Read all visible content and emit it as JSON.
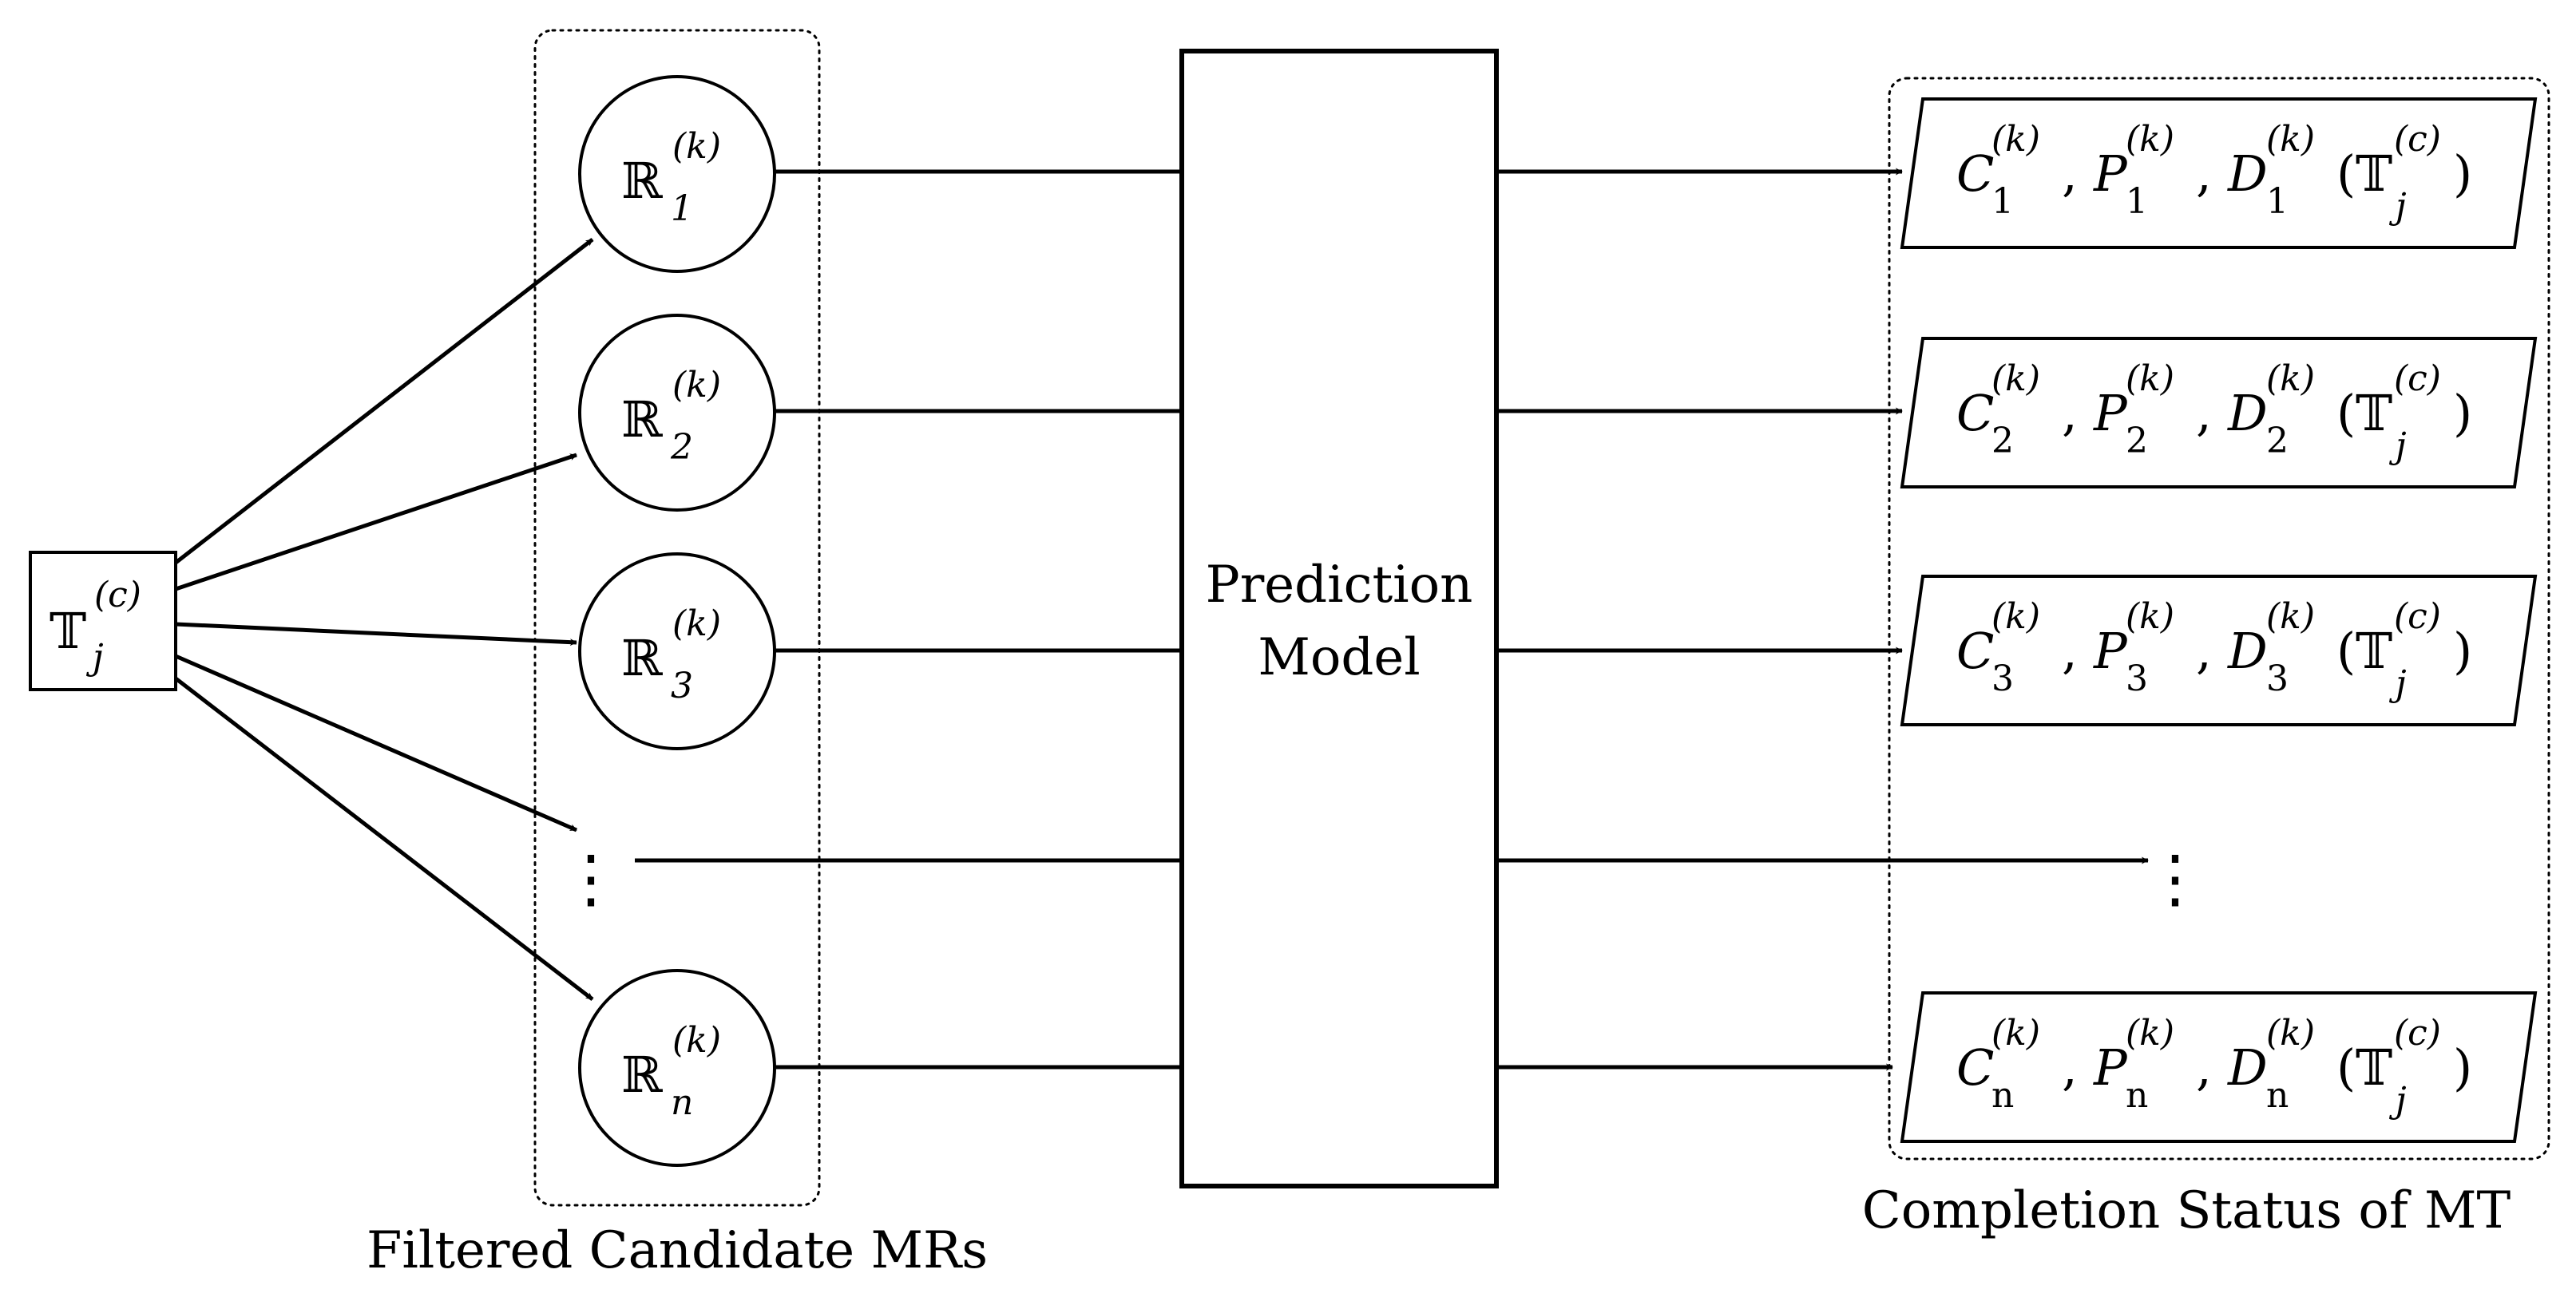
{
  "diagram": {
    "input": {
      "symbol": "𝕋",
      "sub": "j",
      "sup": "(c)"
    },
    "candidates_label": "Filtered Candidate MRs",
    "candidates": [
      {
        "symbol": "ℝ",
        "sub": "1",
        "sup": "(k)"
      },
      {
        "symbol": "ℝ",
        "sub": "2",
        "sup": "(k)"
      },
      {
        "symbol": "ℝ",
        "sub": "3",
        "sup": "(k)"
      },
      {
        "symbol": "ℝ",
        "sub": "n",
        "sup": "(k)"
      }
    ],
    "model_label_line1": "Prediction",
    "model_label_line2": "Model",
    "outputs_label": "Completion Status of MT",
    "outputs": [
      {
        "index": "1"
      },
      {
        "index": "2"
      },
      {
        "index": "3"
      },
      {
        "index": "n"
      }
    ],
    "output_parts": {
      "c": "C",
      "p": "P",
      "d": "D",
      "sup_k": "(k)",
      "comma": ",",
      "t": "𝕋",
      "t_sub": "j",
      "t_sup": "(c)",
      "open_paren": "(",
      "close_paren": ")"
    },
    "ellipsis": "⋮"
  }
}
